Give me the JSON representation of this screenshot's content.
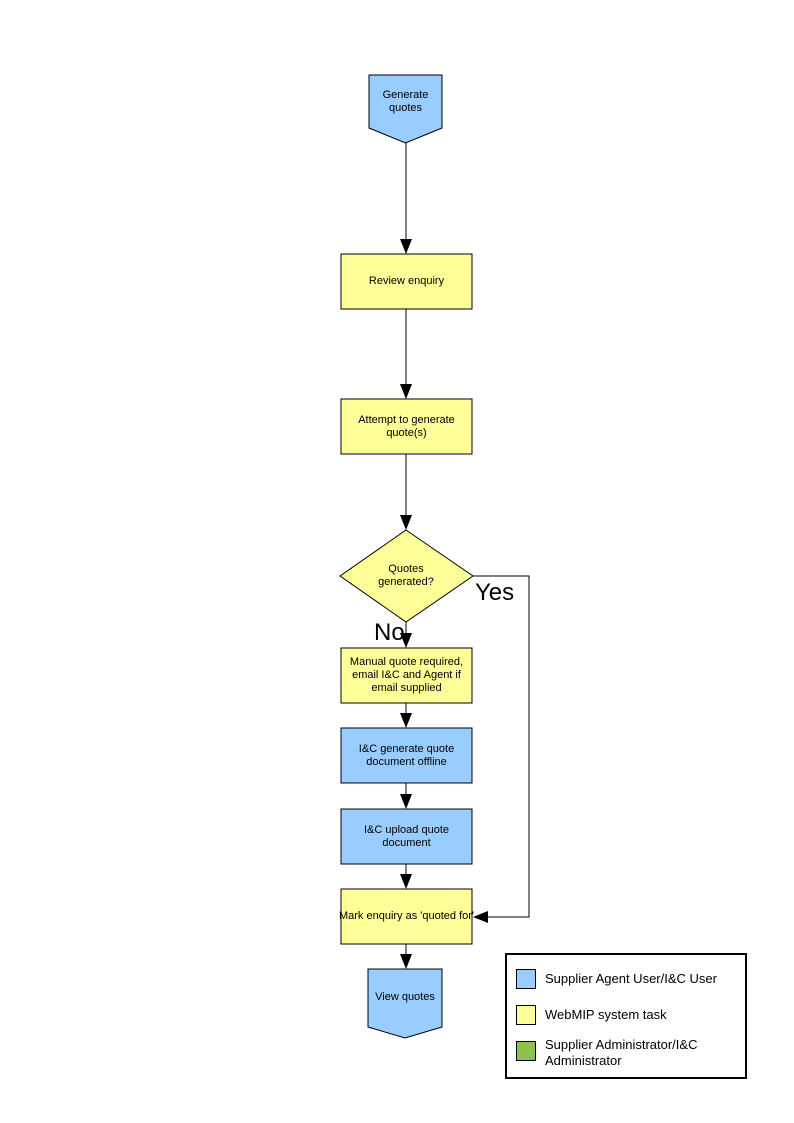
{
  "diagram": {
    "colors": {
      "user_blue": "#99CCFF",
      "system_yellow": "#FFFF99",
      "admin_green": "#8DC04F"
    },
    "nodes": {
      "start": {
        "label": "Generate quotes",
        "shape": "pentagon-down",
        "color": "#99CCFF"
      },
      "review": {
        "label": "Review enquiry",
        "shape": "rectangle",
        "color": "#FFFF99"
      },
      "attempt": {
        "label": "Attempt to generate quote(s)",
        "shape": "rectangle",
        "color": "#FFFF99"
      },
      "decision": {
        "label": "Quotes generated?",
        "shape": "diamond",
        "color": "#FFFF99"
      },
      "manual": {
        "label": "Manual quote required, email I&C and Agent if email supplied",
        "shape": "rectangle",
        "color": "#FFFF99"
      },
      "generate_offline": {
        "label": "I&C generate quote document offline",
        "shape": "rectangle",
        "color": "#99CCFF"
      },
      "upload": {
        "label": "I&C upload quote document",
        "shape": "rectangle",
        "color": "#99CCFF"
      },
      "mark": {
        "label": "Mark enquiry as 'quoted for'",
        "shape": "rectangle",
        "color": "#FFFF99"
      },
      "end": {
        "label": "View quotes",
        "shape": "pentagon-down",
        "color": "#99CCFF"
      }
    },
    "edges": {
      "yes_label": "Yes",
      "no_label": "No"
    },
    "legend": {
      "items": [
        {
          "label": "Supplier Agent User/I&C User",
          "color": "#99CCFF"
        },
        {
          "label": "WebMIP system task",
          "color": "#FFFF99"
        },
        {
          "label": "Supplier Administrator/I&C Administrator",
          "color": "#8DC04F"
        }
      ]
    }
  }
}
